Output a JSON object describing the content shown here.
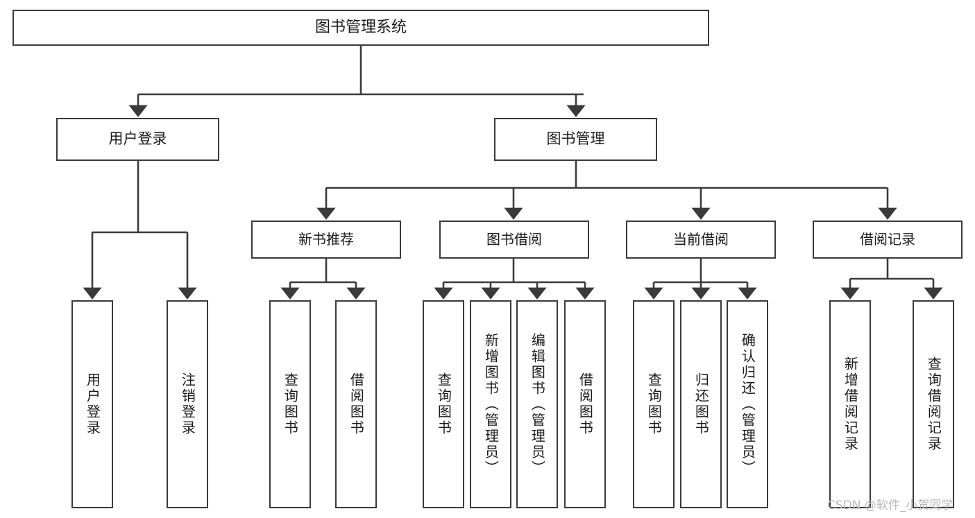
{
  "diagram": {
    "type": "tree-hierarchy",
    "title": "图书管理系统",
    "watermark": "CSDN @软件_小贺同学",
    "colors": {
      "box_border": "#3a3a3a",
      "box_fill": "#ffffff",
      "connector": "#3a3a3a",
      "text": "#1a1a1a",
      "watermark": "#b9b9b9"
    },
    "root": {
      "label": "图书管理系统"
    },
    "level1": [
      {
        "label": "用户登录"
      },
      {
        "label": "图书管理"
      }
    ],
    "level2": [
      {
        "label": "新书推荐"
      },
      {
        "label": "图书借阅"
      },
      {
        "label": "当前借阅"
      },
      {
        "label": "借阅记录"
      }
    ],
    "leaves": {
      "user_login": [
        {
          "label": "用户登录"
        },
        {
          "label": "注销登录"
        }
      ],
      "new_book_recommend": [
        {
          "label": "查询图书"
        },
        {
          "label": "借阅图书"
        }
      ],
      "book_borrow": [
        {
          "label": "查询图书"
        },
        {
          "label": "新增图书（管理员）"
        },
        {
          "label": "编辑图书（管理员）"
        },
        {
          "label": "借阅图书"
        }
      ],
      "current_borrow": [
        {
          "label": "查询图书"
        },
        {
          "label": "归还图书"
        },
        {
          "label": "确认归还（管理员）"
        }
      ],
      "borrow_record": [
        {
          "label": "新增借阅记录"
        },
        {
          "label": "查询借阅记录"
        }
      ]
    }
  }
}
